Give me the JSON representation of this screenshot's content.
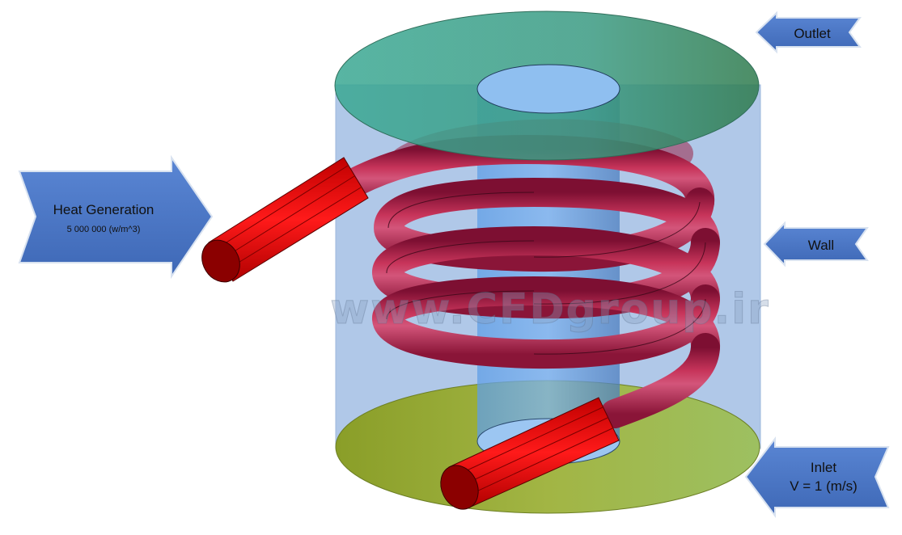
{
  "labels": {
    "heat_title": "Heat Generation",
    "heat_value": "5 000 000 (w/m^3)",
    "outlet": "Outlet",
    "wall": "Wall",
    "inlet_title": "Inlet",
    "inlet_value": "V = 1 (m/s)"
  },
  "watermark": "www.CFDgroup.ir",
  "colors": {
    "arrow_fill": "#4a78c8",
    "coil": "#b8234a",
    "pipe_ends": "#e01010",
    "outlet_face": "#3a9a88",
    "inlet_face": "#93ad3a",
    "shell": "#6f9bd5",
    "core": "#6aa6e8"
  }
}
